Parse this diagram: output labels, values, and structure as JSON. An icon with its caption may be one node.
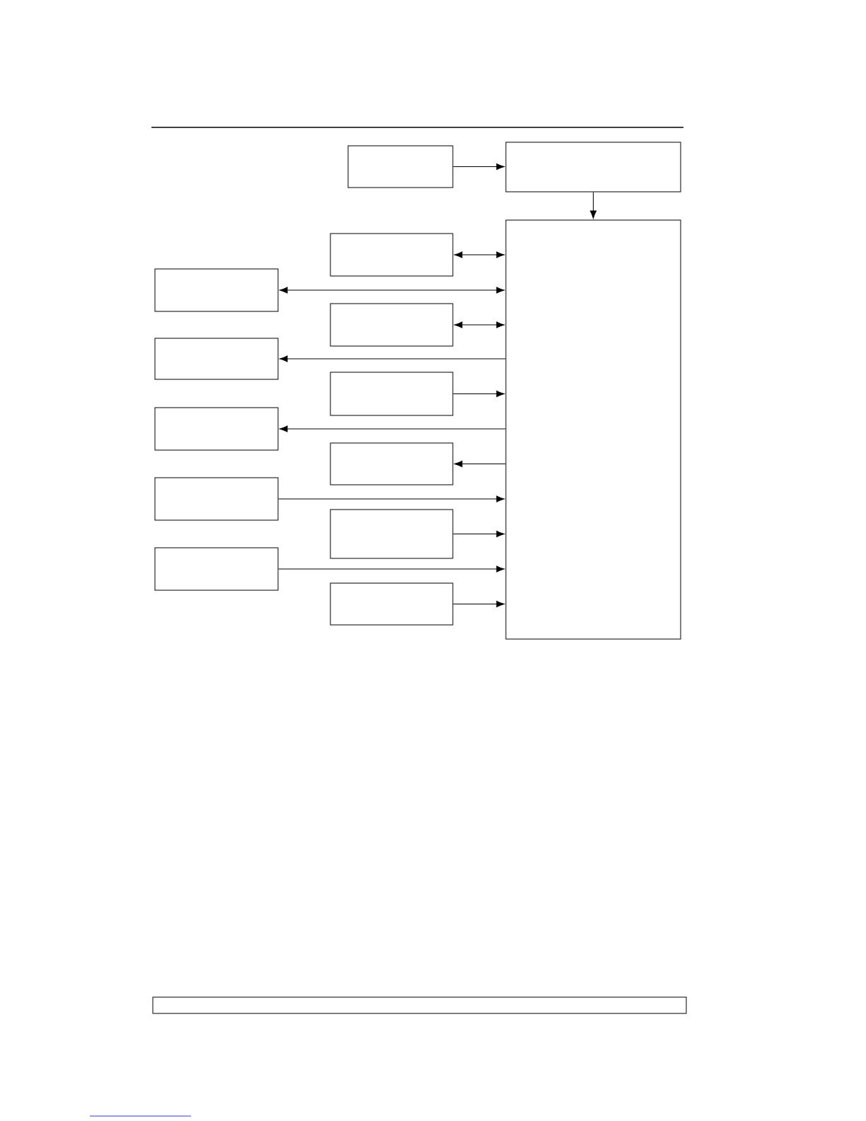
{
  "diagram": {
    "nodes": [
      {
        "text": [],
        "shape": "box"
      },
      {
        "text": [],
        "shape": "box"
      },
      {
        "text": [],
        "shape": "box"
      },
      {
        "text": [],
        "shape": "box"
      },
      {
        "text": [],
        "shape": "box"
      },
      {
        "text": [],
        "shape": "box"
      },
      {
        "text": [],
        "shape": "box"
      },
      {
        "text": [],
        "shape": "box"
      },
      {
        "text": [],
        "shape": "box"
      },
      {
        "text": [],
        "shape": "box"
      },
      {
        "text": [],
        "shape": "box"
      },
      {
        "text": [],
        "shape": "box"
      },
      {
        "text": [],
        "shape": "box"
      },
      {
        "text": [],
        "shape": "box"
      }
    ],
    "edges": [
      {
        "from": 0,
        "to": 1,
        "arrow": "to"
      },
      {
        "from": 1,
        "to": 2,
        "arrow": "to"
      },
      {
        "from": 3,
        "to": 2,
        "arrow": "both"
      },
      {
        "from": 4,
        "to": 2,
        "arrow": "both"
      },
      {
        "from": 5,
        "to": 2,
        "arrow": "both"
      },
      {
        "from": 2,
        "to": 6,
        "arrow": "to"
      },
      {
        "from": 7,
        "to": 2,
        "arrow": "to"
      },
      {
        "from": 2,
        "to": 8,
        "arrow": "to"
      },
      {
        "from": 2,
        "to": 9,
        "arrow": "to"
      },
      {
        "from": 10,
        "to": 2,
        "arrow": "to"
      },
      {
        "from": 11,
        "to": 2,
        "arrow": "to"
      },
      {
        "from": 12,
        "to": 2,
        "arrow": "to"
      },
      {
        "from": 13,
        "to": 2,
        "arrow": "to"
      }
    ]
  }
}
